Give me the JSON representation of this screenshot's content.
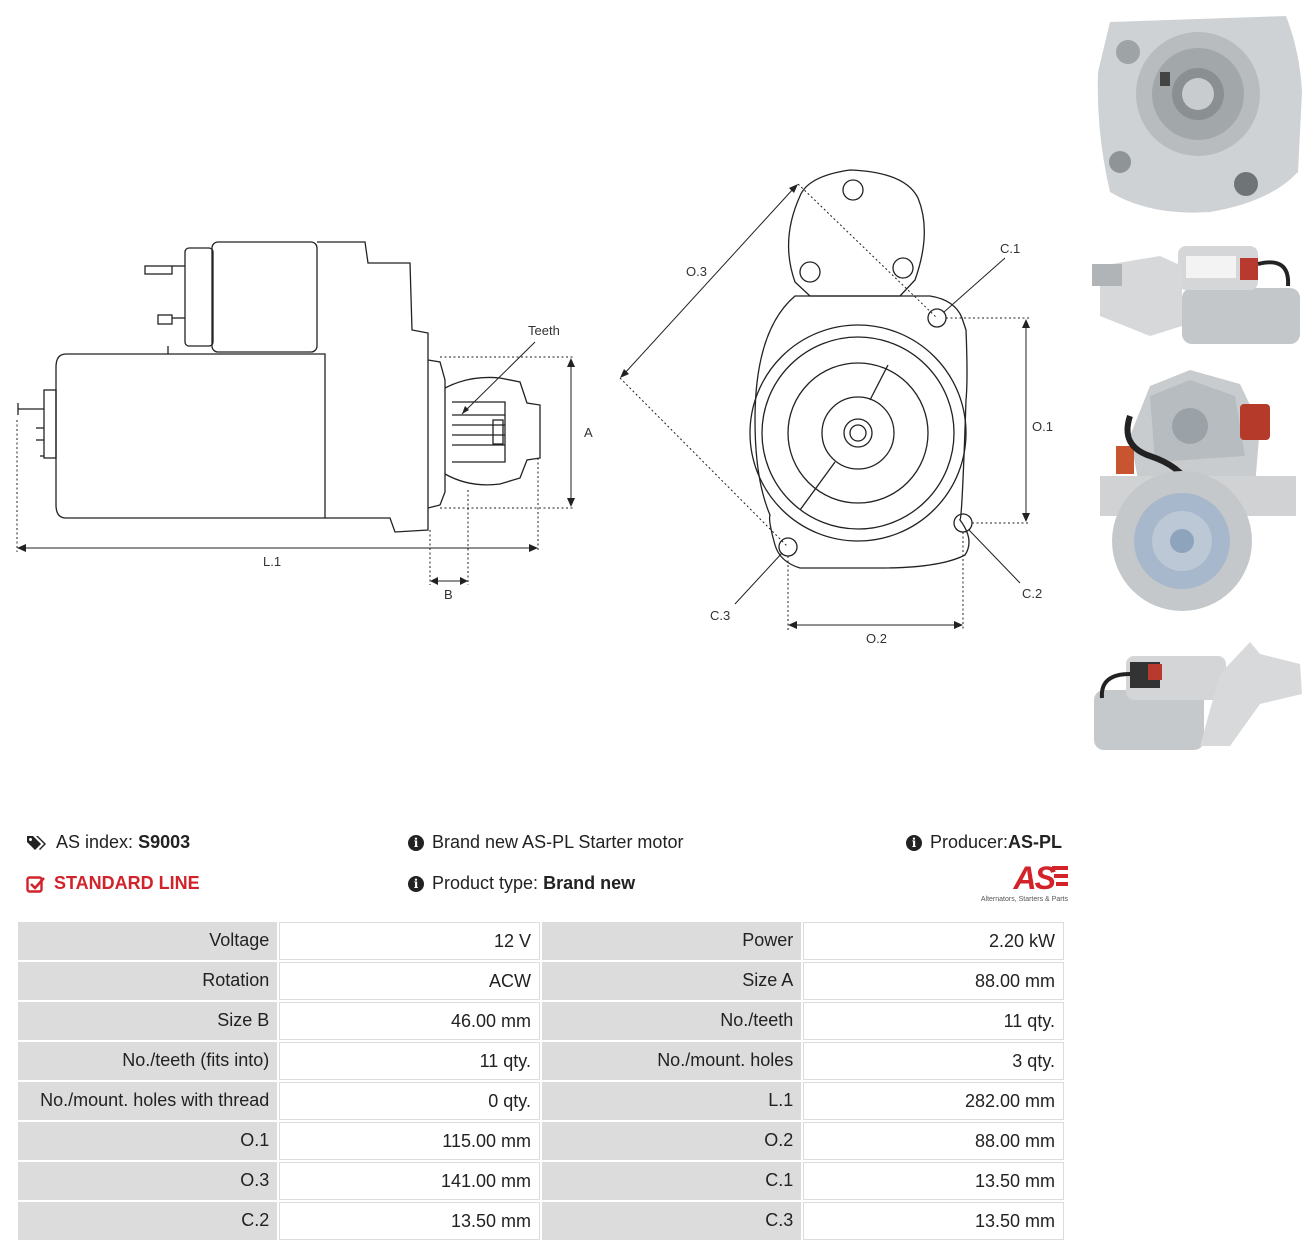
{
  "drawing": {
    "labels": {
      "teeth": "Teeth",
      "a": "A",
      "b": "B",
      "l1": "L.1",
      "o1": "O.1",
      "o2": "O.2",
      "o3": "O.3",
      "c1": "C.1",
      "c2": "C.2",
      "c3": "C.3"
    }
  },
  "photos": [
    {
      "name": "front-view-photo"
    },
    {
      "name": "side-view-photo"
    },
    {
      "name": "rear-view-photo"
    },
    {
      "name": "top-view-photo"
    }
  ],
  "info": {
    "as_index_label": "AS index:",
    "as_index_value": "S9003",
    "line": "STANDARD LINE",
    "description": "Brand new AS-PL Starter motor",
    "product_type_label": "Product type:",
    "product_type_value": "Brand new",
    "producer_label": "Producer:",
    "producer_value": "AS-PL",
    "logo_text": "AS",
    "logo_subtext": "Alternators, Starters & Parts",
    "accent_color": "#d2232a"
  },
  "specs": [
    [
      {
        "label": "Voltage",
        "value": "12 V"
      },
      {
        "label": "Power",
        "value": "2.20 kW"
      }
    ],
    [
      {
        "label": "Rotation",
        "value": "ACW"
      },
      {
        "label": "Size A",
        "value": "88.00 mm"
      }
    ],
    [
      {
        "label": "Size B",
        "value": "46.00 mm"
      },
      {
        "label": "No./teeth",
        "value": "11 qty."
      }
    ],
    [
      {
        "label": "No./teeth (fits into)",
        "value": "11 qty."
      },
      {
        "label": "No./mount. holes",
        "value": "3 qty."
      }
    ],
    [
      {
        "label": "No./mount. holes with thread",
        "value": "0 qty."
      },
      {
        "label": "L.1",
        "value": "282.00 mm"
      }
    ],
    [
      {
        "label": "O.1",
        "value": "115.00 mm"
      },
      {
        "label": "O.2",
        "value": "88.00 mm"
      }
    ],
    [
      {
        "label": "O.3",
        "value": "141.00 mm"
      },
      {
        "label": "C.1",
        "value": "13.50 mm"
      }
    ],
    [
      {
        "label": "C.2",
        "value": "13.50 mm"
      },
      {
        "label": "C.3",
        "value": "13.50 mm"
      }
    ]
  ]
}
